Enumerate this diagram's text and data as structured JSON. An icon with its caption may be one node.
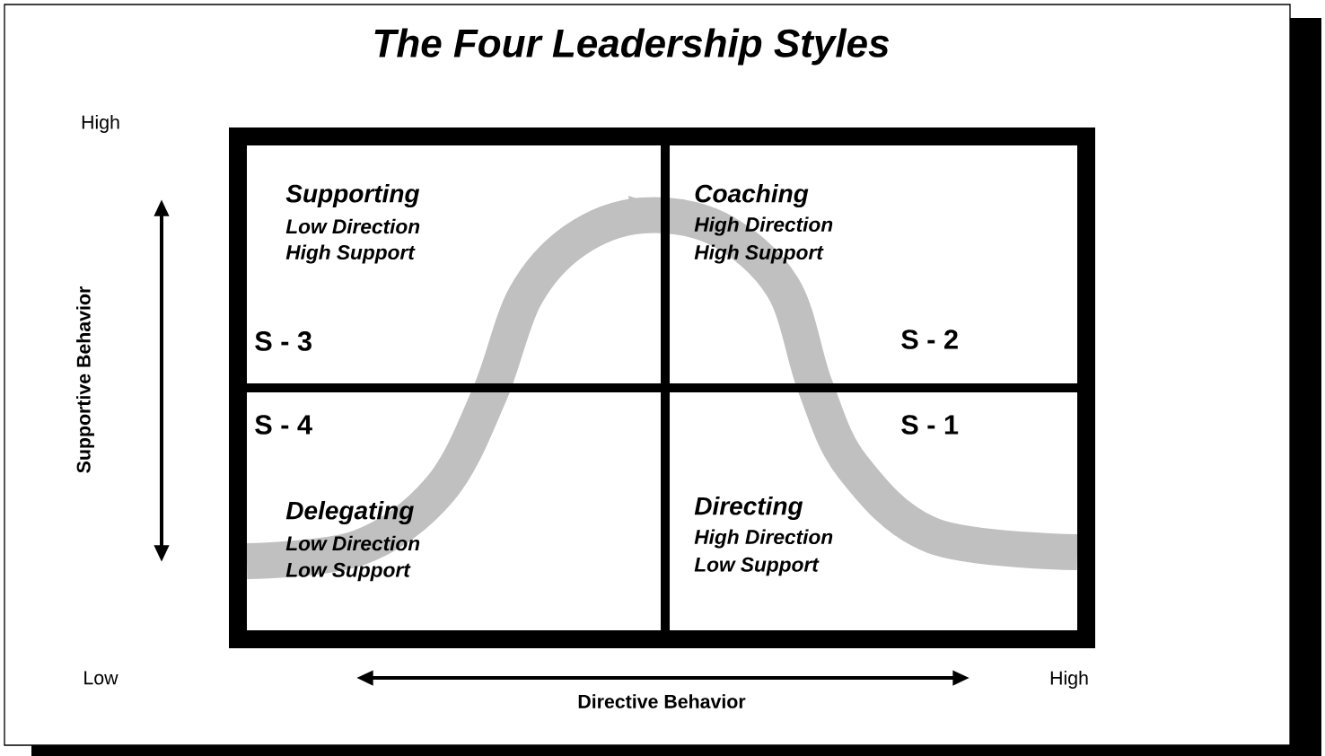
{
  "diagram": {
    "title": "The Four Leadership Styles",
    "nodes": [
      {
        "text": [
          "Supporting",
          "Low Direction",
          "High Support",
          "S - 3"
        ]
      },
      {
        "text": [
          "Coaching",
          "High Direction",
          "High Support",
          "S - 2"
        ]
      },
      {
        "text": [
          "S - 4",
          "Delegating",
          "Low Direction",
          "Low Support"
        ]
      },
      {
        "text": [
          "S - 1",
          "Directing",
          "High Direction",
          "Low Support"
        ]
      }
    ],
    "labels": [
      "High",
      "Supportive Behavior",
      "Low",
      "High",
      "Directive Behavior"
    ]
  }
}
